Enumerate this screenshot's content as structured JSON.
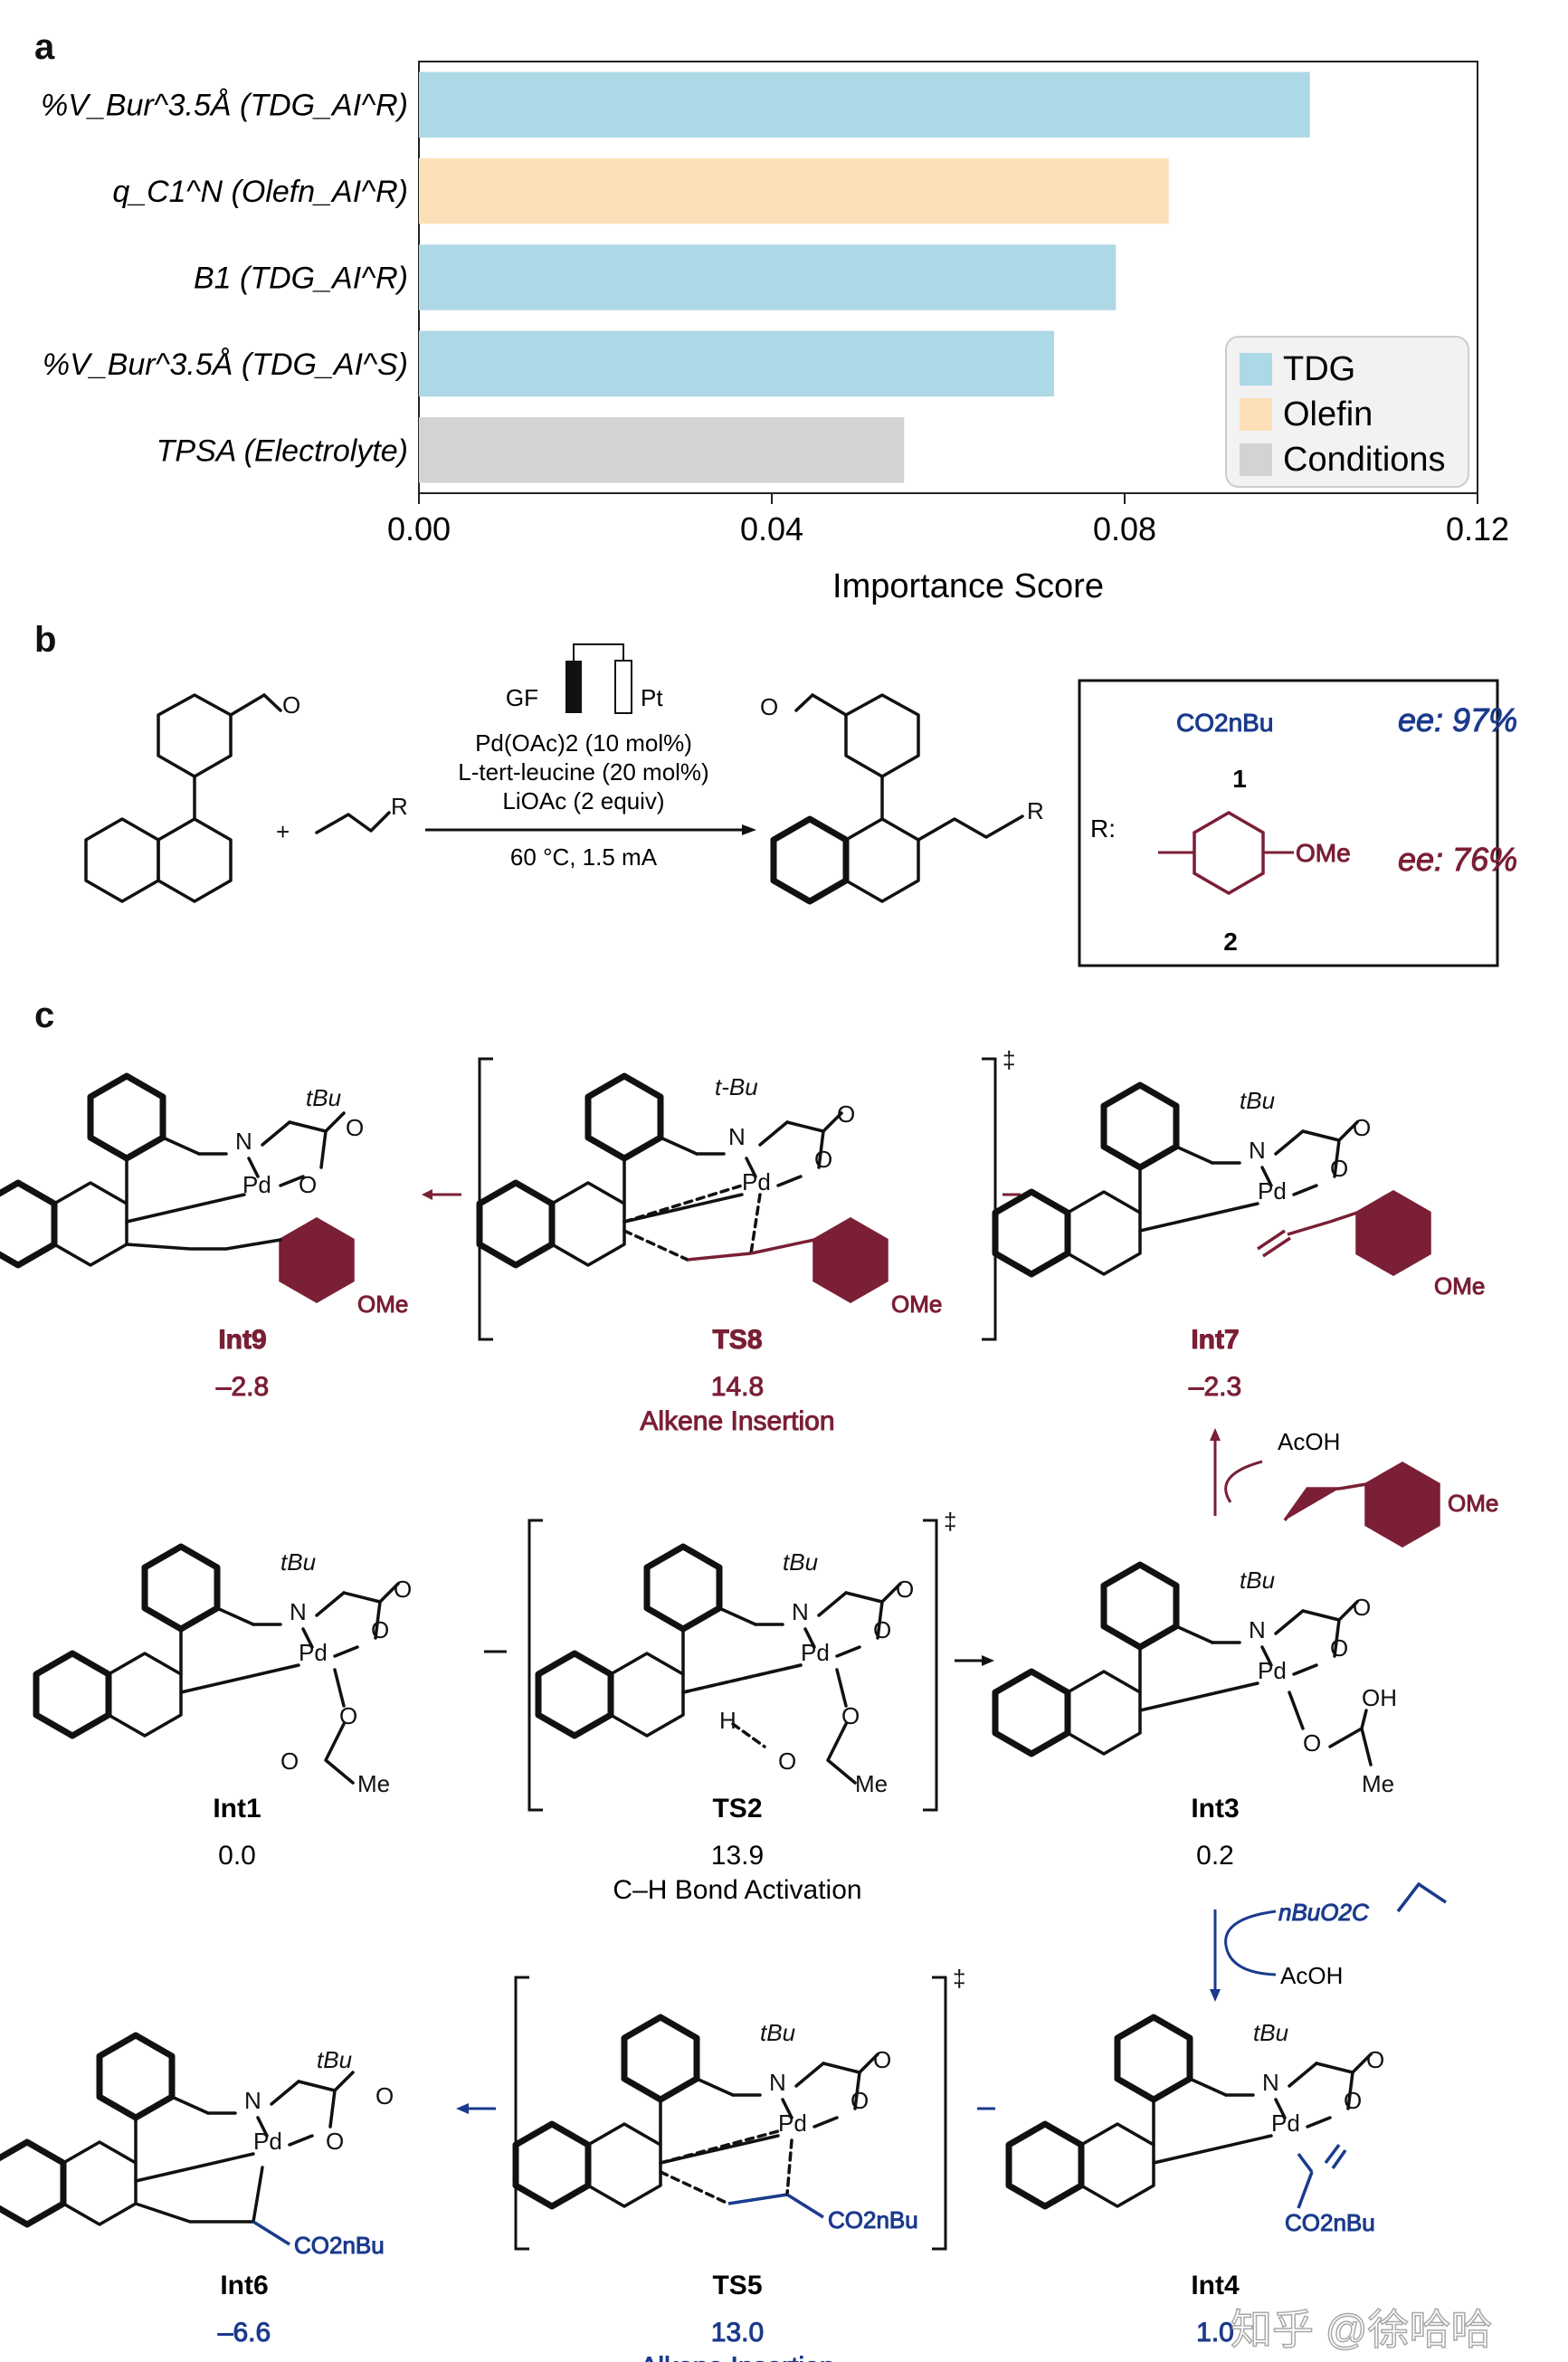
{
  "panels": {
    "a": "a",
    "b": "b",
    "c": "c"
  },
  "colors": {
    "tdg": "#add8e6",
    "olefin": "#fde0b8",
    "conditions": "#d3d3d3",
    "maroon": "#7a1f35",
    "navy": "#1a3a8c"
  },
  "chart_data": {
    "type": "bar",
    "orientation": "horizontal",
    "categories": [
      "%V_Bur^3.5Å (TDG_AI^R)",
      "q_C1^N (Olefn_AI^R)",
      "B1 (TDG_AI^R)",
      "%V_Bur^3.5Å (TDG_AI^S)",
      "TPSA (Electrolyte)"
    ],
    "values": [
      0.101,
      0.085,
      0.079,
      0.072,
      0.055
    ],
    "groups": [
      "TDG",
      "Olefin",
      "TDG",
      "TDG",
      "Conditions"
    ],
    "xlabel": "Importance Score",
    "xlim": [
      0,
      0.12
    ],
    "xticks": [
      "0.00",
      "0.04",
      "0.08",
      "0.12"
    ],
    "legend": {
      "placement": "lower-right",
      "entries": [
        "TDG",
        "Olefin",
        "Conditions"
      ]
    },
    "grid": false
  },
  "reaction_b": {
    "electrode_left": "GF",
    "electrode_right": "Pt",
    "cond1": "Pd(OAc)2 (10 mol%)",
    "cond2": "L-tert-leucine (20 mol%)",
    "cond3": "LiOAc (2 equiv)",
    "cond4": "60 °C, 1.5 mA",
    "plus": "+",
    "olefin_r": "R",
    "product_r": "R",
    "r_label": "R:",
    "sub1": {
      "group": "CO2nBu",
      "ee": "ee: 97%",
      "num": "1"
    },
    "sub2": {
      "group": "OMe",
      "ee": "ee: 76%",
      "num": "2"
    }
  },
  "mechanism": {
    "row1": [
      {
        "name": "Int9",
        "energy": "–2.8"
      },
      {
        "name": "TS8",
        "energy": "14.8",
        "caption": "Alkene Insertion"
      },
      {
        "name": "Int7",
        "energy": "–2.3"
      }
    ],
    "row2": [
      {
        "name": "Int1",
        "energy": "0.0"
      },
      {
        "name": "TS2",
        "energy": "13.9",
        "caption": "C–H Bond Activation"
      },
      {
        "name": "Int3",
        "energy": "0.2"
      }
    ],
    "row3": [
      {
        "name": "Int6",
        "energy": "–6.6"
      },
      {
        "name": "TS5",
        "energy": "13.0",
        "caption": "Alkene Insertion"
      },
      {
        "name": "Int4",
        "energy": "1.0"
      }
    ],
    "labels": {
      "pd": "Pd",
      "n": "N",
      "o": "O",
      "tbu": "tBu",
      "t_bu": "t-Bu",
      "ome": "OMe",
      "me": "Me",
      "h": "H",
      "oh": "OH",
      "co2nbu": "CO2nBu",
      "acoh": "AcOH",
      "nbuo2c": "nBuO2C",
      "dagger": "‡"
    }
  },
  "watermark": "知乎 @徐哈哈"
}
